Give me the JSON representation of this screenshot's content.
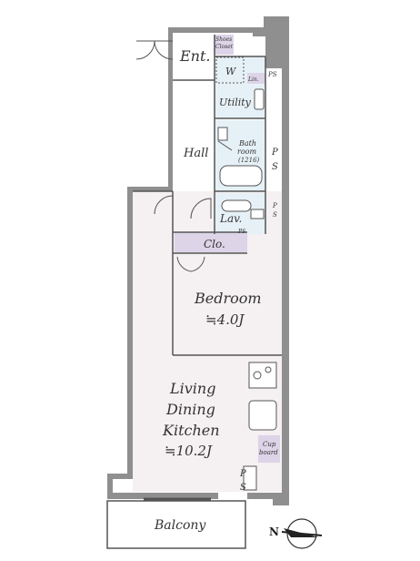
{
  "rooms": {
    "entrance": "Ent.",
    "shoes_closet_line1": "Shoes",
    "shoes_closet_line2": "Closet",
    "washer": "W",
    "linen": "Lin.",
    "ps_top": "PS",
    "utility": "Utility",
    "hall": "Hall",
    "bath_line1": "Bath",
    "bath_line2": "room",
    "bath_size": "(1216)",
    "ps_bath_p": "P",
    "ps_bath_s": "S",
    "lavatory": "Lav.",
    "ps_lav_p": "P",
    "ps_lav_s": "S",
    "ps_small": "PS",
    "closet": "Clo.",
    "bedroom": "Bedroom",
    "bedroom_size": "≒4.0J",
    "ldk_line1": "Living",
    "ldk_line2": "Dining",
    "ldk_line3": "Kitchen",
    "ldk_size": "≒10.2J",
    "cupboard_line1": "Cup",
    "cupboard_line2": "board",
    "ps_ldk_p": "P",
    "ps_ldk_s": "S",
    "balcony": "Balcony"
  },
  "compass": {
    "label": "N"
  },
  "colors": {
    "wall": "#8f8f8f",
    "room_fill": "#f5f0f1",
    "wet_fill": "#e6f1f7",
    "closet_fill": "#ddd4e8",
    "line": "#555555"
  }
}
